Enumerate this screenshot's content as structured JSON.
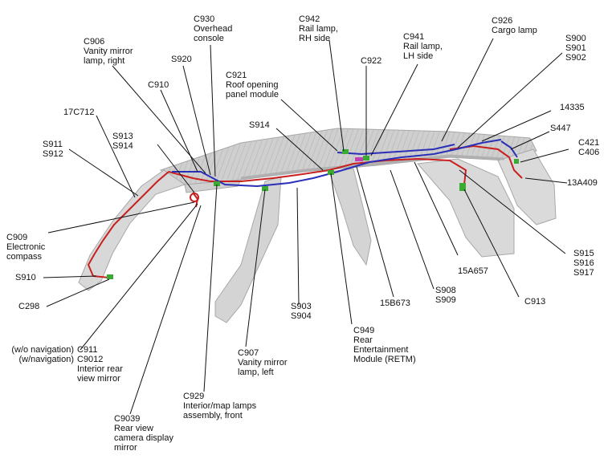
{
  "labels": {
    "c930": [
      "C930",
      "Overhead",
      "console"
    ],
    "c942": [
      "C942",
      "Rail lamp,",
      "RH side"
    ],
    "c926": [
      "C926",
      "Cargo lamp"
    ],
    "c906": [
      "C906",
      "Vanity mirror",
      "lamp, right"
    ],
    "c941": [
      "C941",
      "Rail lamp,",
      "LH side"
    ],
    "s900": [
      "S900",
      "S901",
      "S902"
    ],
    "s920": [
      "S920"
    ],
    "c922": [
      "C922"
    ],
    "c910": [
      "C910"
    ],
    "c921": [
      "C921",
      "Roof opening",
      "panel module"
    ],
    "c17c712": [
      "17C712"
    ],
    "c14335": [
      "14335"
    ],
    "s914a": [
      "S914"
    ],
    "s447": [
      "S447"
    ],
    "s913": [
      "S913",
      "S914"
    ],
    "s911": [
      "S911",
      "S912"
    ],
    "c421": [
      "C421",
      "C406"
    ],
    "c13a409": [
      "13A409"
    ],
    "c909": [
      "C909",
      "Electronic",
      "compass"
    ],
    "s915": [
      "S915",
      "S916",
      "S917"
    ],
    "c15a657": [
      "15A657"
    ],
    "s910": [
      "S910"
    ],
    "c298": [
      "C298"
    ],
    "s908": [
      "S908",
      "S909"
    ],
    "c913": [
      "C913"
    ],
    "s903": [
      "S903",
      "S904"
    ],
    "c15b673": [
      "15B673"
    ],
    "c949": [
      "C949",
      "Rear",
      "Entertainment",
      "Module (RETM)"
    ],
    "c911left": [
      "(w/o navigation)",
      "(w/navigation)"
    ],
    "c911": [
      "C911",
      "C9012",
      "Interior rear",
      "view mirror"
    ],
    "c907": [
      "C907",
      "Vanity mirror",
      "lamp, left"
    ],
    "c929": [
      "C929",
      "Interior/map lamps",
      "assembly, front"
    ],
    "c9039": [
      "C9039",
      "Rear view",
      "camera display",
      "mirror"
    ]
  },
  "colors": {
    "harness_red": "#c8201e",
    "harness_blue": "#2a2fb8",
    "connector_green": "#3aaa35",
    "connector_magenta": "#c23fb6",
    "body_gray": "#d4d4d4"
  }
}
